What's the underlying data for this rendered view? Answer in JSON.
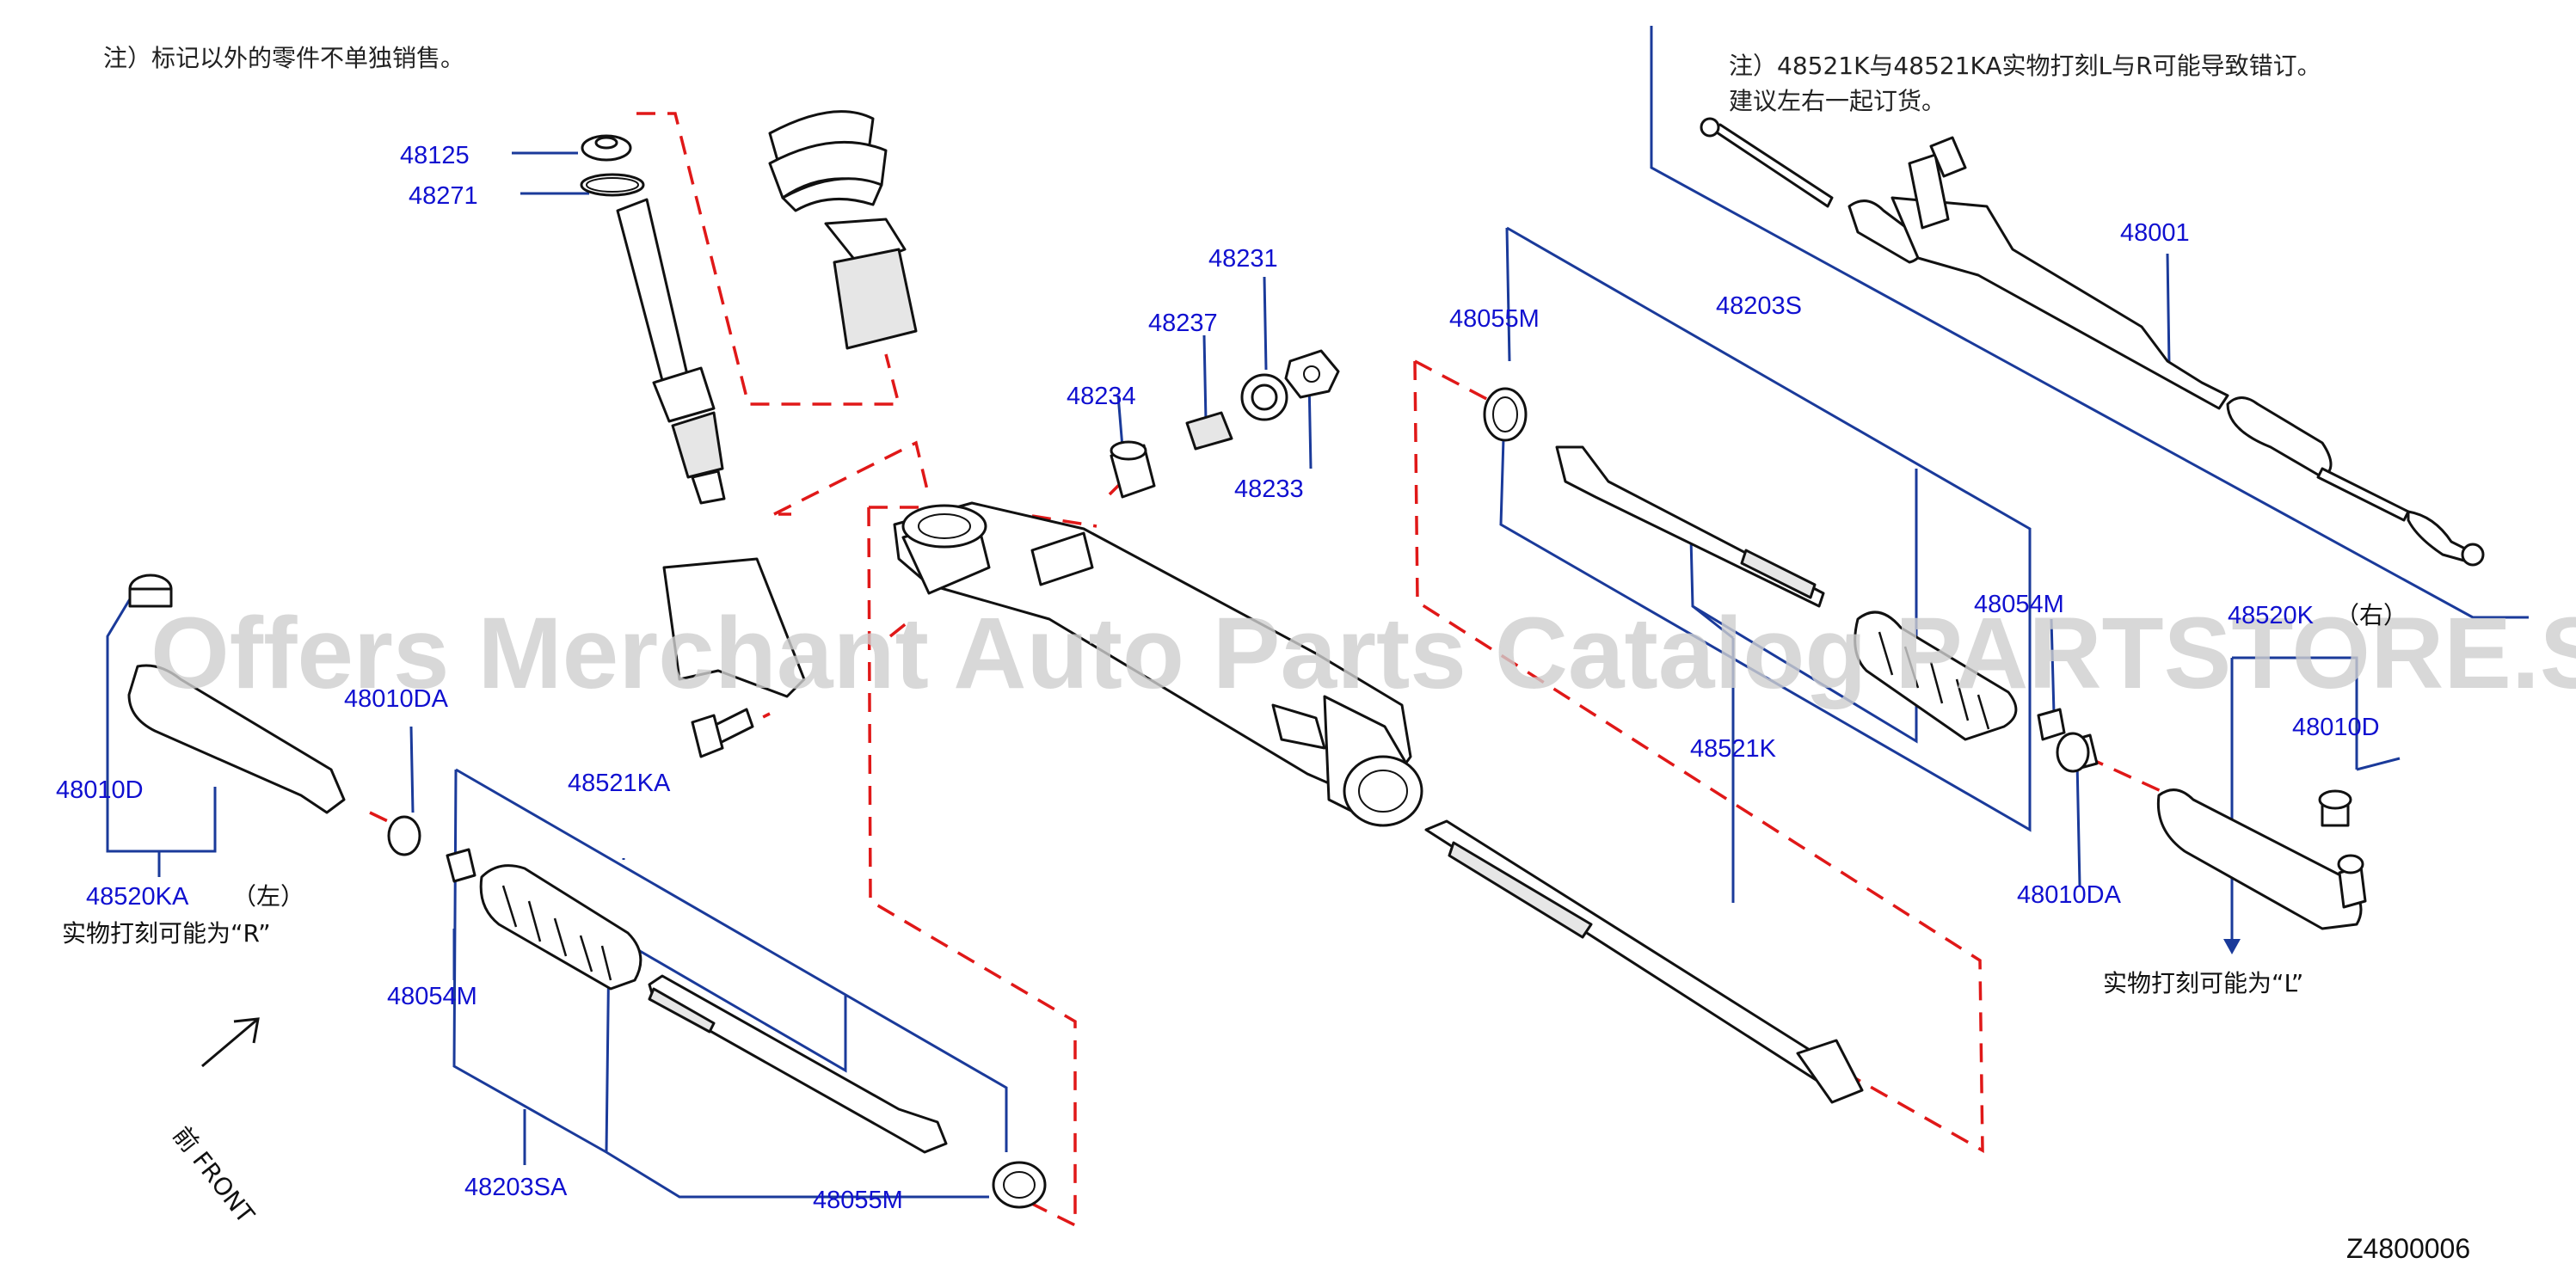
{
  "notes": {
    "top_left": "注）标记以外的零件不单独销售。",
    "top_right_1": "注）48521K与48521KA实物打刻L与R可能导致错订。",
    "top_right_2": "建议左右一起订货。"
  },
  "watermark": "Offers Merchant Auto Parts Catalog PARTSTORE.SA",
  "diagram_code": "Z4800006",
  "front_label": "前 FRONT",
  "side_left": "（左）",
  "side_right": "（右）",
  "stamp_left": "实物打刻可能为“R”",
  "stamp_right": "实物打刻可能为“L”",
  "parts": {
    "p48125": "48125",
    "p48271": "48271",
    "p48231": "48231",
    "p48237": "48237",
    "p48234": "48234",
    "p48233": "48233",
    "p48055M_top": "48055M",
    "p48203S": "48203S",
    "p48001": "48001",
    "p48054M_right": "48054M",
    "p48521K": "48521K",
    "p48520K": "48520K",
    "p48010D_right": "48010D",
    "p48010DA_right": "48010DA",
    "p48010DA_left": "48010DA",
    "p48010D_left": "48010D",
    "p48520KA": "48520KA",
    "p48521KA": "48521KA",
    "p48054M_left": "48054M",
    "p48203SA": "48203SA",
    "p48055M_bottom": "48055M"
  },
  "colors": {
    "callout": "#1010d0",
    "leader": "#1a3a9a",
    "dashed": "#e01818"
  }
}
